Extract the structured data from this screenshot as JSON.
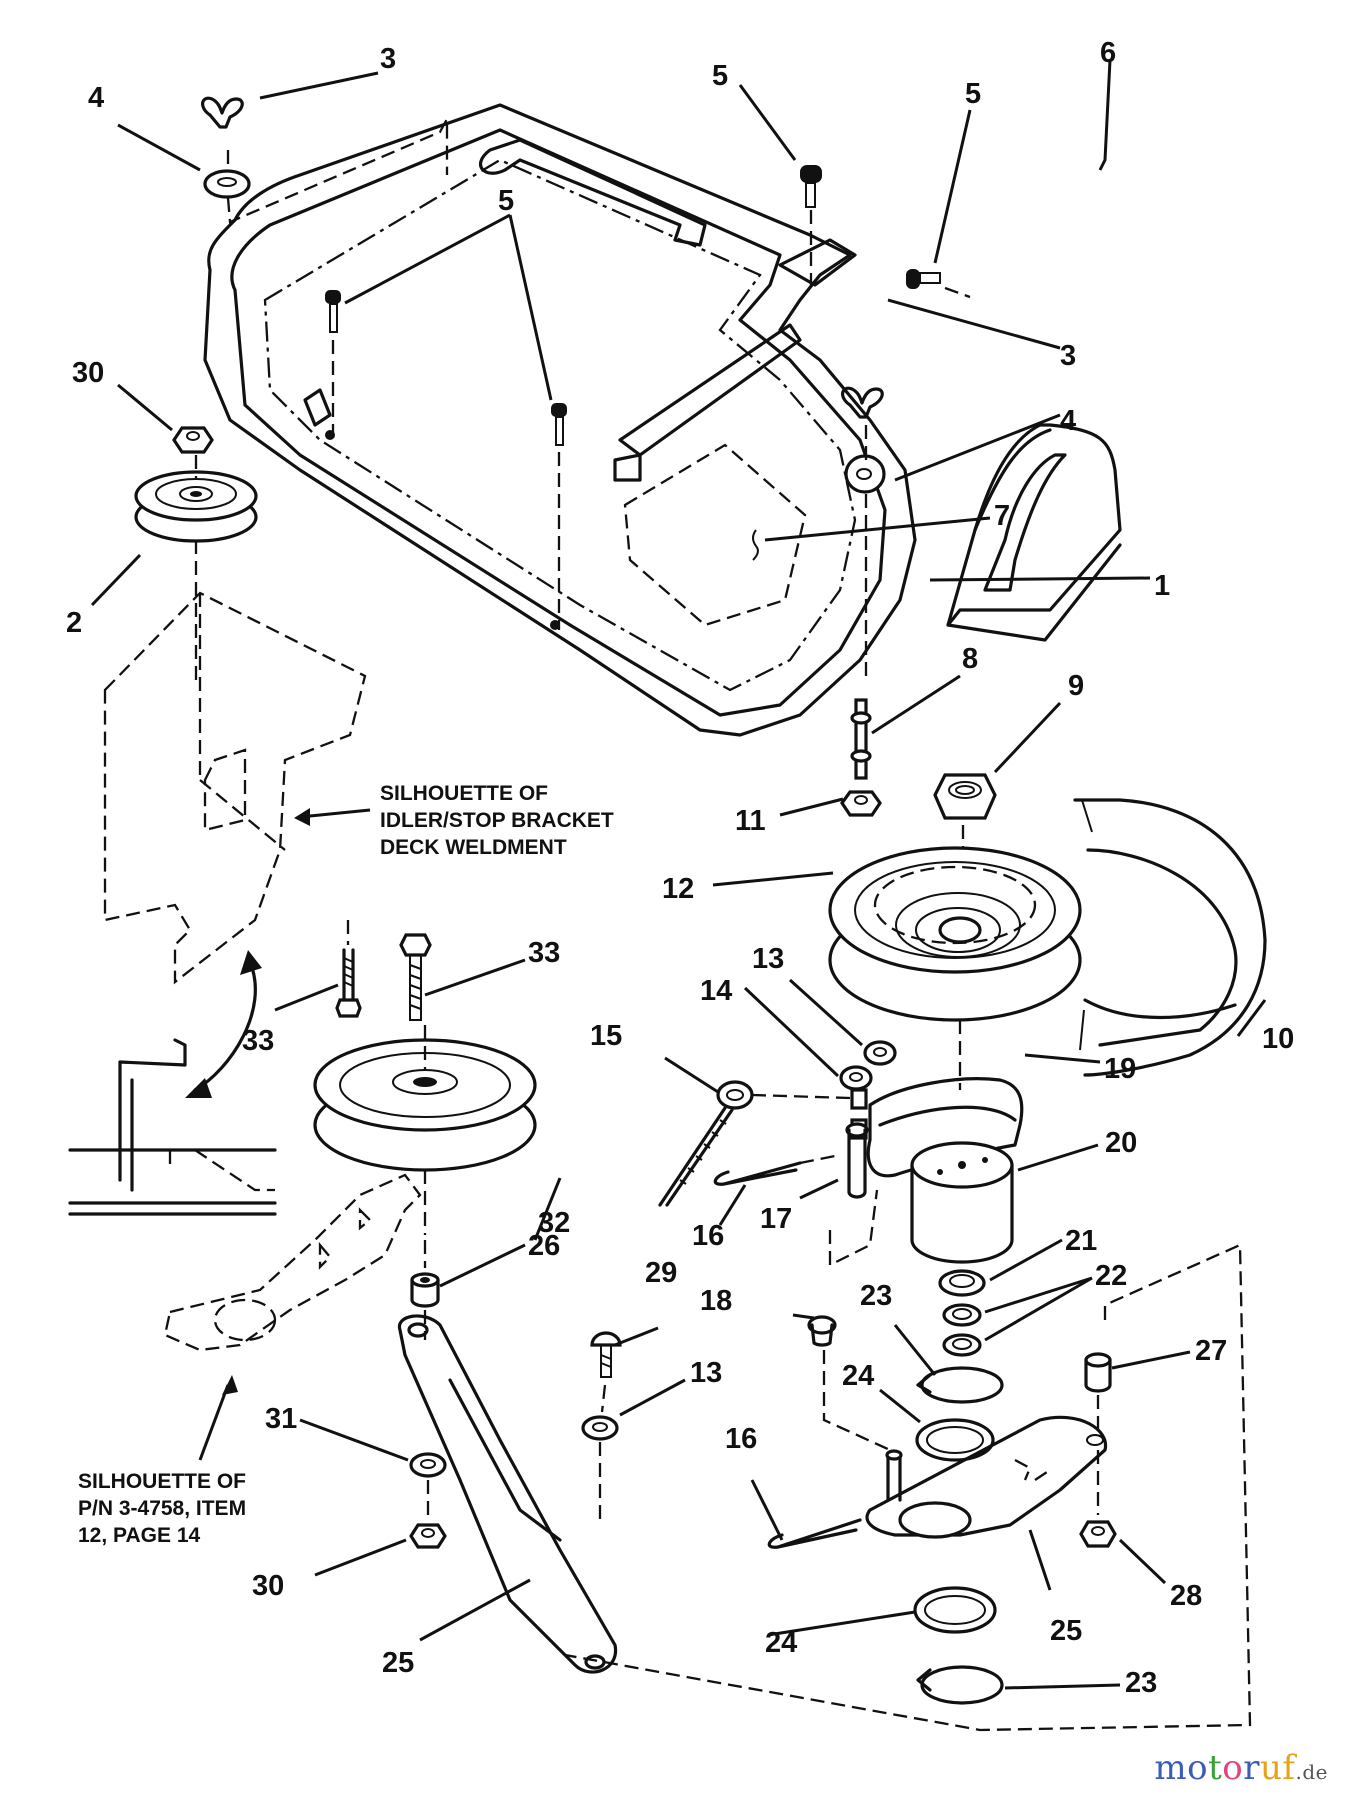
{
  "diagram": {
    "title": "Mower Deck Belt Cover / Idler Assembly - Exploded Parts View",
    "callouts": [
      {
        "id": "c1",
        "label": "1"
      },
      {
        "id": "c2",
        "label": "2"
      },
      {
        "id": "c3a",
        "label": "3"
      },
      {
        "id": "c3b",
        "label": "3"
      },
      {
        "id": "c4a",
        "label": "4"
      },
      {
        "id": "c4b",
        "label": "4"
      },
      {
        "id": "c5a",
        "label": "5"
      },
      {
        "id": "c5b",
        "label": "5"
      },
      {
        "id": "c5c",
        "label": "5"
      },
      {
        "id": "c6",
        "label": "6"
      },
      {
        "id": "c7",
        "label": "7"
      },
      {
        "id": "c8",
        "label": "8"
      },
      {
        "id": "c9",
        "label": "9"
      },
      {
        "id": "c10",
        "label": "10"
      },
      {
        "id": "c11",
        "label": "11"
      },
      {
        "id": "c12",
        "label": "12"
      },
      {
        "id": "c13a",
        "label": "13"
      },
      {
        "id": "c13b",
        "label": "13"
      },
      {
        "id": "c14",
        "label": "14"
      },
      {
        "id": "c15",
        "label": "15"
      },
      {
        "id": "c16a",
        "label": "16"
      },
      {
        "id": "c16b",
        "label": "16"
      },
      {
        "id": "c17",
        "label": "17"
      },
      {
        "id": "c18",
        "label": "18"
      },
      {
        "id": "c19",
        "label": "19"
      },
      {
        "id": "c20",
        "label": "20"
      },
      {
        "id": "c21",
        "label": "21"
      },
      {
        "id": "c22",
        "label": "22"
      },
      {
        "id": "c23a",
        "label": "23"
      },
      {
        "id": "c23b",
        "label": "23"
      },
      {
        "id": "c24a",
        "label": "24"
      },
      {
        "id": "c24b",
        "label": "24"
      },
      {
        "id": "c25a",
        "label": "25"
      },
      {
        "id": "c25b",
        "label": "25"
      },
      {
        "id": "c26",
        "label": "26"
      },
      {
        "id": "c27",
        "label": "27"
      },
      {
        "id": "c28",
        "label": "28"
      },
      {
        "id": "c29",
        "label": "29"
      },
      {
        "id": "c30a",
        "label": "30"
      },
      {
        "id": "c30b",
        "label": "30"
      },
      {
        "id": "c31",
        "label": "31"
      },
      {
        "id": "c32",
        "label": "32"
      },
      {
        "id": "c33a",
        "label": "33"
      },
      {
        "id": "c33b",
        "label": "33"
      }
    ],
    "notes": {
      "idler_bracket": "SILHOUETTE OF\nIDLER/STOP BRACKET\nDECK WELDMENT",
      "pn_item": "SILHOUETTE OF\nP/N 3-4758, ITEM\n12, PAGE 14"
    },
    "watermark": {
      "letters": [
        "m",
        "o",
        "t",
        "o",
        "r",
        "u",
        "f"
      ],
      "colors": [
        "#3b5cb8",
        "#3b5cb8",
        "#3aa03a",
        "#e0457b",
        "#3b5cb8",
        "#e8a21a",
        "#e8a21a"
      ],
      "tld": ".de"
    }
  }
}
